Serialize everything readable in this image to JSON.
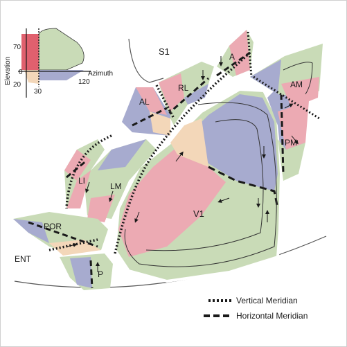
{
  "inset": {
    "y_axis_label": "Elevation",
    "x_axis_label": "Azimuth",
    "y_ticks": [
      "70",
      "0",
      "20"
    ],
    "x_ticks": [
      "30",
      "120"
    ]
  },
  "areas": {
    "s1": "S1",
    "a": "A",
    "rl": "RL",
    "am": "AM",
    "al": "AL",
    "pm": "PM",
    "li": "LI",
    "lm": "LM",
    "v1": "V1",
    "por": "POR",
    "ent": "ENT",
    "p": "P"
  },
  "legend": {
    "vertical": "Vertical Meridian",
    "horizontal": "Horizontal Meridian"
  },
  "colors": {
    "green": "#c9dbb7",
    "blue": "#a7abcf",
    "pink": "#ecaab3",
    "peach": "#f3d7b9",
    "red": "#e0606e",
    "outline": "#3a3a3a"
  }
}
